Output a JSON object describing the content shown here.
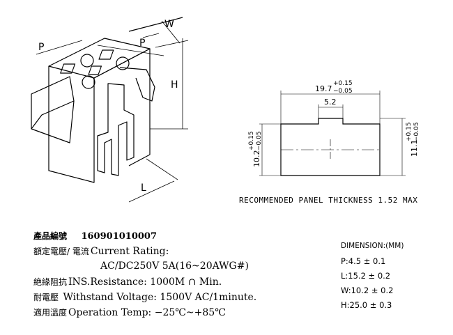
{
  "drawing": {
    "iso_labels": {
      "w": "W",
      "p_left": "P",
      "p_right": "P",
      "h": "H",
      "l": "L"
    },
    "panel": {
      "width": "19.7",
      "width_tol_plus": "+0.15",
      "width_tol_minus": "−0.05",
      "notch": "5.2",
      "left_height": "10.2",
      "left_tol_plus": "+0.15",
      "left_tol_minus": "−0.05",
      "right_height": "11.1",
      "right_tol_plus": "+0.15",
      "right_tol_minus": "−0.05"
    },
    "note": "RECOMMENDED PANEL THICKNESS 1.52 MAX"
  },
  "spec": {
    "part_label": "產品編號",
    "part_no": "160901010007",
    "current_label": "額定電壓/ 電流",
    "current_en": "Current  Rating:",
    "current_value": "AC/DC250V  5A(16~20AWG#)",
    "ins_label": "絶緣阻抗",
    "ins_en": "INS.Resistance: 1000M",
    "ins_unit": "∩ Min.",
    "withstand_label": "耐電壓",
    "withstand_en": "Withstand  Voltage: 1500V  AC/1minute.",
    "temp_label": "適用溫度",
    "temp_en": "Operation  Temp: −25℃~+85℃"
  },
  "dimensions": {
    "title": "DIMENSION:(MM)",
    "p": "P:4.5 ± 0.1",
    "l": "L:15.2 ± 0.2",
    "w": "W:10.2 ± 0.2",
    "h": "H:25.0 ± 0.3"
  }
}
